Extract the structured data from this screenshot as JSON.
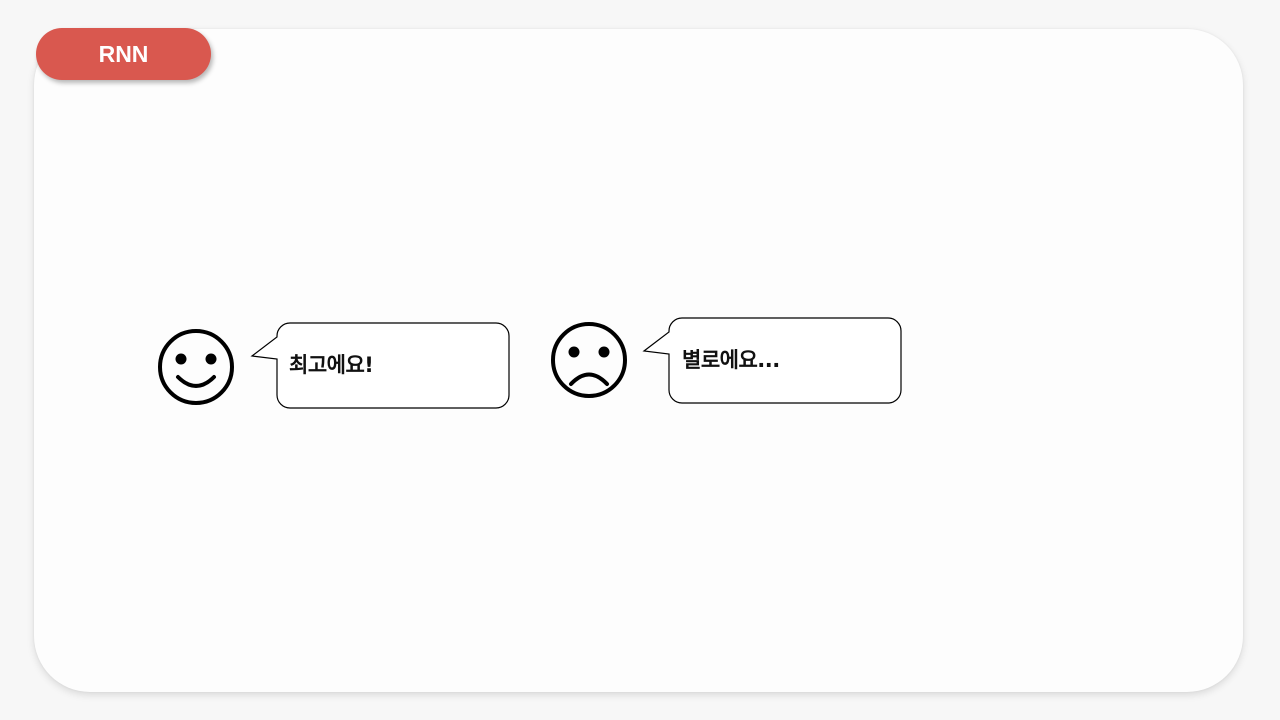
{
  "tag": {
    "label": "RNN",
    "color": "#d9584f"
  },
  "items": [
    {
      "face": "smiley-face-icon",
      "text": "최고에요!"
    },
    {
      "face": "frowning-face-icon",
      "text": "별로에요..."
    }
  ]
}
